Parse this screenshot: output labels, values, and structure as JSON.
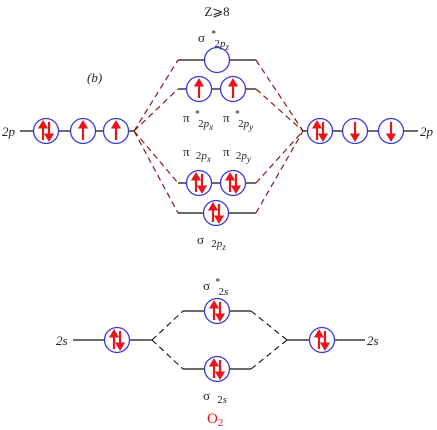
{
  "title_condition": "Z⩾8",
  "panel_label": "(b)",
  "molecule": {
    "base": "O",
    "subscript": "2"
  },
  "atomic_labels": {
    "left_2p": "2p",
    "right_2p": "2p",
    "left_2s": "2s",
    "right_2s": "2s"
  },
  "orbital_labels": {
    "sigma_2pz_star": {
      "symbol": "σ",
      "star": "*",
      "sub": "2",
      "subitalic": "p",
      "subsub": "z"
    },
    "pi_2px_star": {
      "symbol": "π",
      "star": "*",
      "sub": "2",
      "subitalic": "p",
      "subsub": "x"
    },
    "pi_2py_star": {
      "symbol": "π",
      "star": "*",
      "sub": "2",
      "subitalic": "p",
      "subsub": "y"
    },
    "pi_2px": {
      "symbol": "π",
      "sub": "2",
      "subitalic": "p",
      "subsub": "x"
    },
    "pi_2py": {
      "symbol": "π",
      "sub": "2",
      "subitalic": "p",
      "subsub": "y"
    },
    "sigma_2pz": {
      "symbol": "σ",
      "sub": "2",
      "subitalic": "p",
      "subsub": "z"
    },
    "sigma_2s_star": {
      "symbol": "σ",
      "star": "*",
      "sub": "2",
      "subitalic": "s"
    },
    "sigma_2s": {
      "symbol": "σ",
      "sub": "2",
      "subitalic": "s"
    }
  },
  "orbitals": [
    {
      "id": "left-2p-1",
      "occupancy": "paired"
    },
    {
      "id": "left-2p-2",
      "occupancy": "up"
    },
    {
      "id": "left-2p-3",
      "occupancy": "up"
    },
    {
      "id": "right-2p-1",
      "occupancy": "paired"
    },
    {
      "id": "right-2p-2",
      "occupancy": "down"
    },
    {
      "id": "right-2p-3",
      "occupancy": "down"
    },
    {
      "id": "sigma-2pz-star",
      "occupancy": "empty"
    },
    {
      "id": "pi-2p-star-1",
      "occupancy": "up"
    },
    {
      "id": "pi-2p-star-2",
      "occupancy": "up"
    },
    {
      "id": "pi-2p-1",
      "occupancy": "paired"
    },
    {
      "id": "pi-2p-2",
      "occupancy": "paired"
    },
    {
      "id": "sigma-2pz",
      "occupancy": "paired"
    },
    {
      "id": "left-2s",
      "occupancy": "paired"
    },
    {
      "id": "right-2s",
      "occupancy": "paired"
    },
    {
      "id": "sigma-2s-star",
      "occupancy": "paired"
    },
    {
      "id": "sigma-2s",
      "occupancy": "paired"
    }
  ],
  "colors": {
    "circle": "#3a3ad8",
    "arrow": "#e8141b",
    "dash_2p": "#8b1a1a",
    "dash_2s": "#111111",
    "line": "#111111",
    "molecule": "#e8141b"
  }
}
